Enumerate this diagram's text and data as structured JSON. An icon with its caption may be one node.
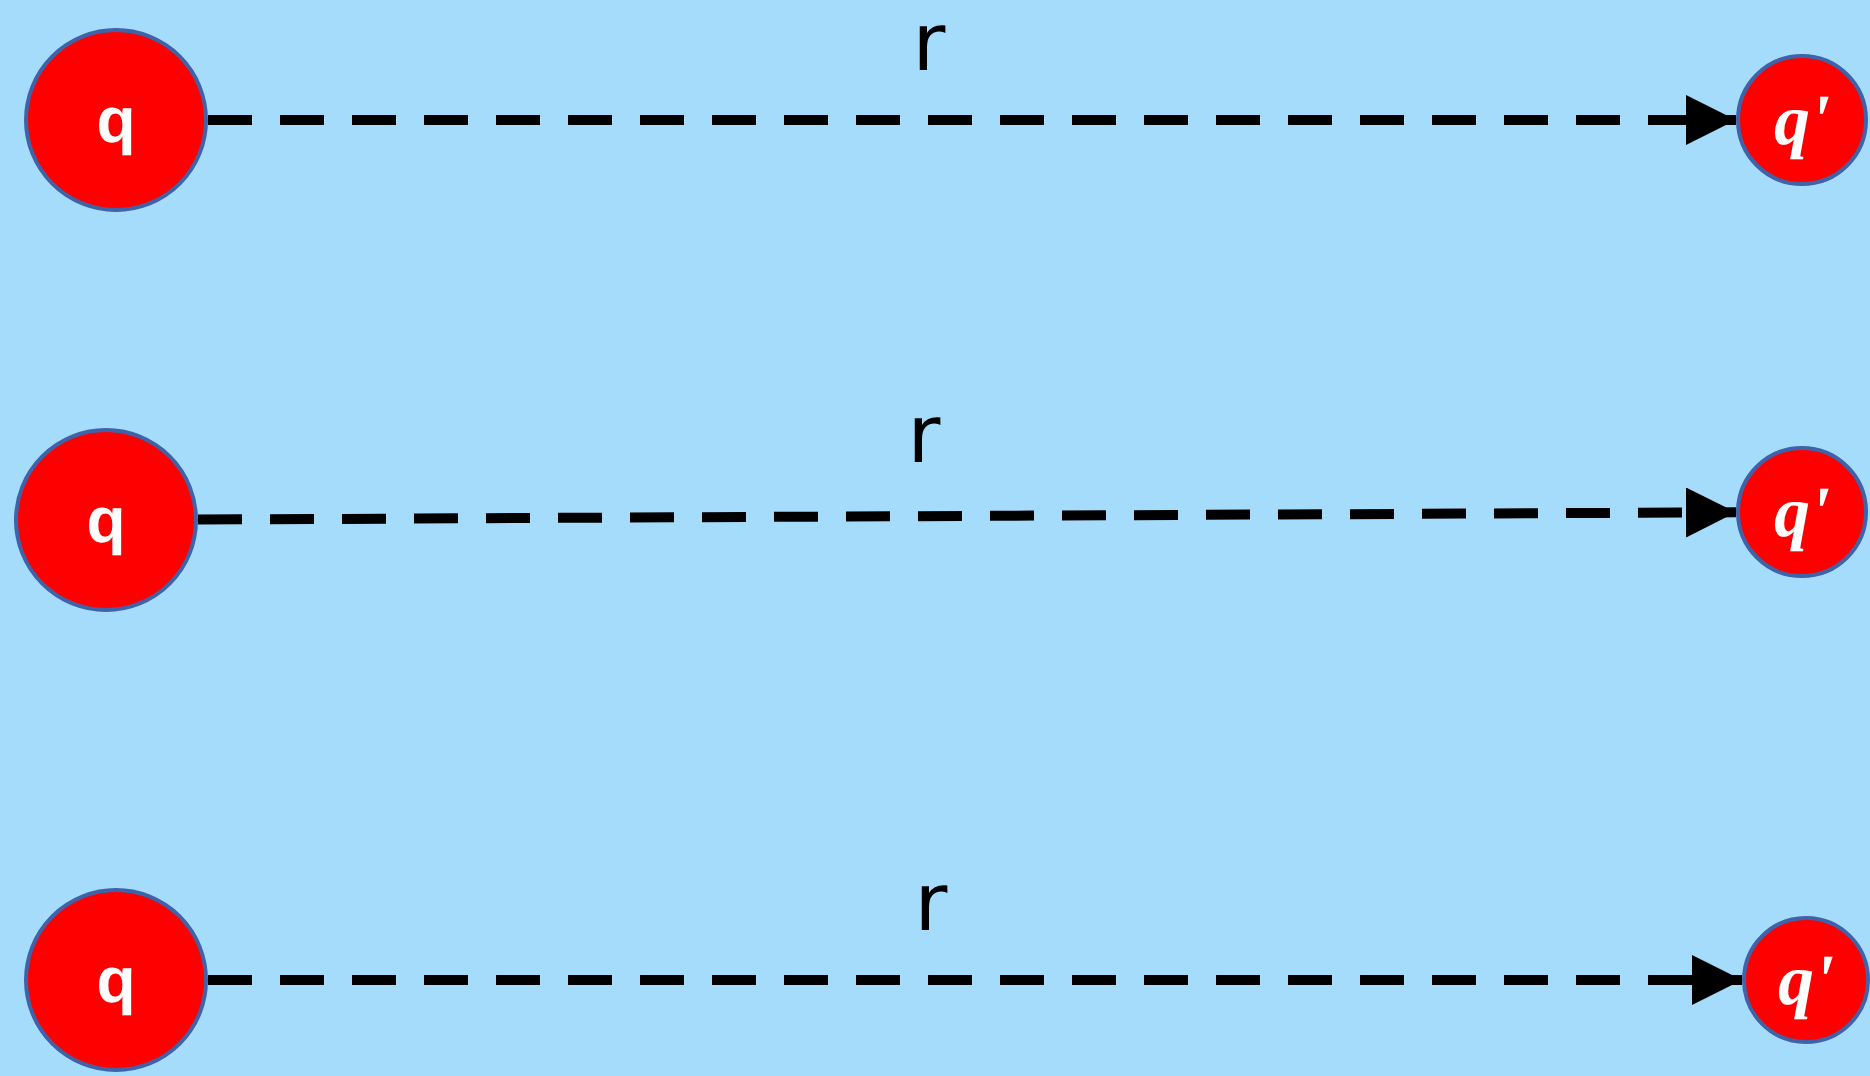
{
  "diagram": {
    "nodes": [
      {
        "text": [
          "q"
        ]
      },
      {
        "text": [
          "q'"
        ]
      },
      {
        "text": [
          "q"
        ]
      },
      {
        "text": [
          "q'"
        ]
      },
      {
        "text": [
          "q"
        ]
      },
      {
        "text": [
          "q'"
        ]
      }
    ],
    "edges": [
      {
        "from": 0,
        "to": 1,
        "arrow": "to",
        "label": "r",
        "style": "dashed"
      },
      {
        "from": 2,
        "to": 3,
        "arrow": "to",
        "label": "r",
        "style": "dashed"
      },
      {
        "from": 4,
        "to": 5,
        "arrow": "to",
        "label": "r",
        "style": "dashed"
      }
    ]
  }
}
